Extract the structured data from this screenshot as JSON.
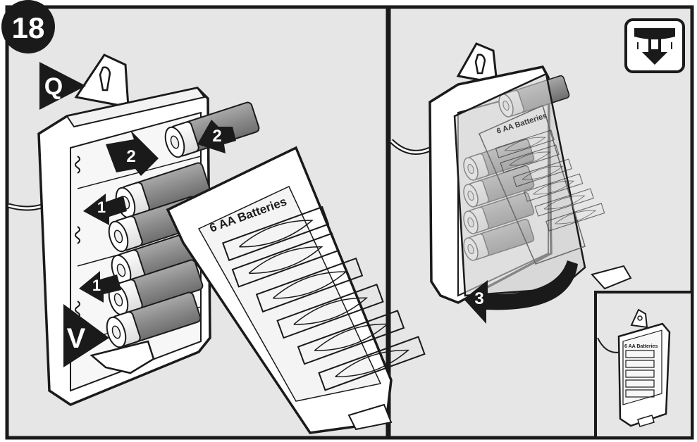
{
  "step": {
    "number": "18"
  },
  "markers": {
    "q": "Q",
    "v": "V"
  },
  "arrows": {
    "a1_top": "1",
    "a1_bottom": "1",
    "a2_left": "2",
    "a2_right": "2",
    "a3": "3"
  },
  "labels": {
    "cover_title": "6 AA Batteries",
    "ghost_title": "6 AA Batteries",
    "inset_title": "6 AA Batteries"
  },
  "colors": {
    "panel": "#e6e6e6",
    "outline": "#1a1a1a",
    "battery": "#8c8c8c",
    "white": "#ffffff",
    "arrow": "#1a1a1a"
  },
  "icons": {
    "corner": "ceiling-mount-icon"
  }
}
